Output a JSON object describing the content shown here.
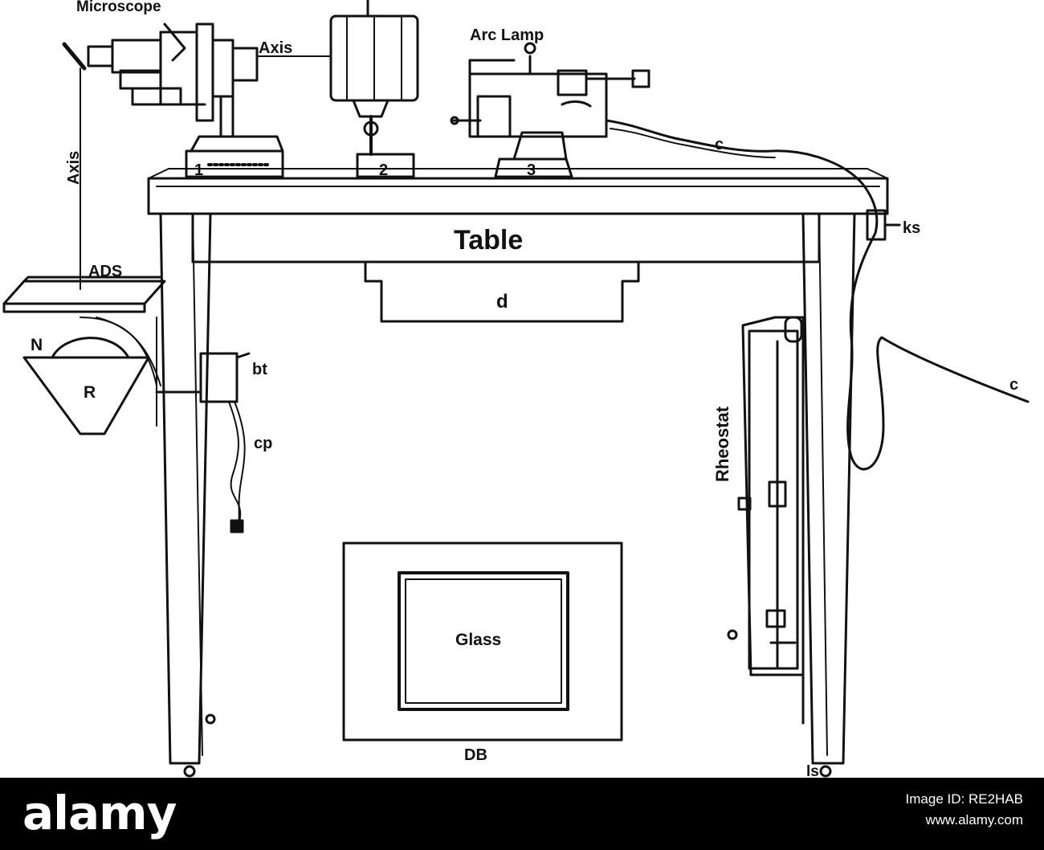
{
  "diagram": {
    "labels": {
      "microscope": "Microscope",
      "arc_lamp": "Arc Lamp",
      "axis_top": "Axis",
      "axis_side": "Axis",
      "ads": "ADS",
      "n": "N",
      "r": "R",
      "table": "Table",
      "drawer": "d",
      "ks": "ks",
      "bt": "bt",
      "cp": "cp",
      "cable_top": "c",
      "cable_right": "c",
      "rheostat": "Rheostat",
      "glass": "Glass",
      "db": "DB",
      "ls": "ls",
      "base_1": "1",
      "base_2": "2",
      "base_3": "3"
    }
  },
  "footer": {
    "brand": "alamy",
    "image_id_label": "Image ID: RE2HAB",
    "website": "www.alamy.com"
  },
  "colors": {
    "ink": "#111111",
    "footer_bg": "#000000",
    "footer_text": "#ffffff"
  }
}
